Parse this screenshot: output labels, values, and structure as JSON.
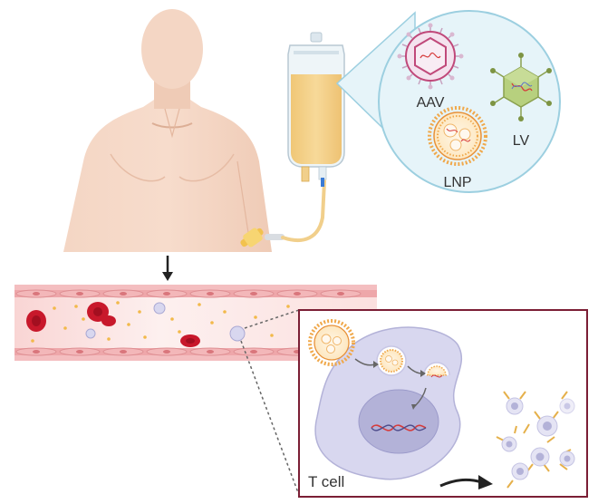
{
  "labels": {
    "aav": "AAV",
    "lv": "LV",
    "lnp": "LNP",
    "tcell": "T cell"
  },
  "colors": {
    "skin": "#f2d2bf",
    "skin_shadow": "#e2b9a2",
    "iv_fluid": "#f3cf8a",
    "iv_bag": "#e9f2f6",
    "zoom_circle": "#e6f4f9",
    "zoom_outline": "#9ccfe0",
    "vessel_wall": "#e9a4a8",
    "vessel_lumen": "#fbe6e5",
    "red_blood_cell": "#c8182b",
    "cell_body": "#d8d7ef",
    "nucleus": "#b3b2d8",
    "box_border": "#7b1e35",
    "lnp_shell": "#f0a84a",
    "aav_capsid": "#c0497a",
    "lv_capsid": "#9dbc5c",
    "dna": "#d63b3b"
  },
  "icons": [
    "human-figure",
    "iv-bag-icon",
    "aav-particle-icon",
    "lv-particle-icon",
    "lnp-particle-icon",
    "down-arrow-icon",
    "blood-vessel",
    "red-blood-cell-icon",
    "t-cell",
    "nucleus",
    "dna-helix-icon",
    "car-t-cell-icon",
    "curved-arrow-icon"
  ]
}
